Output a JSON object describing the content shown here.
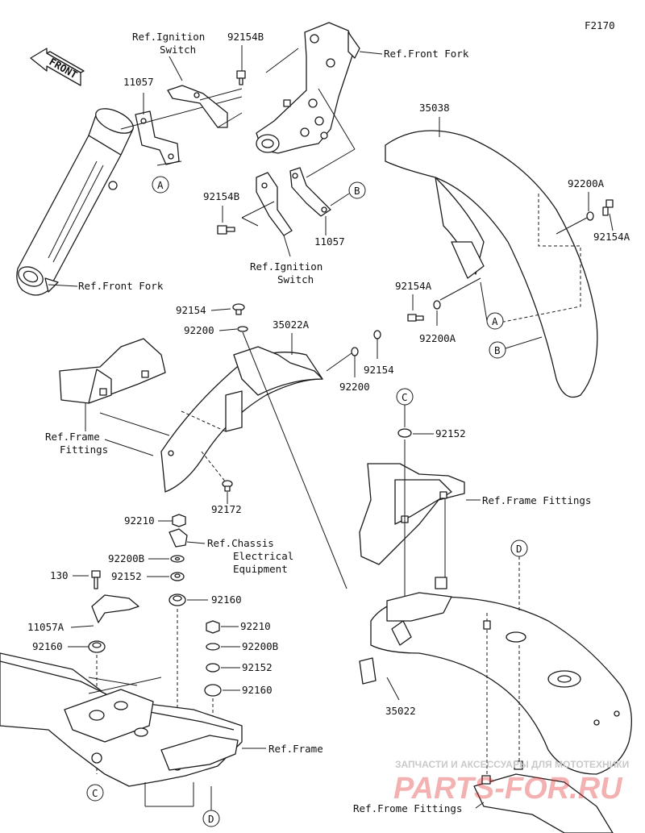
{
  "figure_code": "F2170",
  "front_label": "FRONT",
  "part_numbers": {
    "p11057": "11057",
    "p11057A": "11057A",
    "p92154B": "92154B",
    "p92154A": "92154A",
    "p92154": "92154",
    "p92200": "92200",
    "p92200A": "92200A",
    "p92200B": "92200B",
    "p35022A": "35022A",
    "p35022": "35022",
    "p35038": "35038",
    "p92152": "92152",
    "p92172": "92172",
    "p92210": "92210",
    "p92160": "92160",
    "p130": "130"
  },
  "references": {
    "ignition_switch_1": "Ref.Ignition",
    "ignition_switch_2": "Switch",
    "front_fork": "Ref.Front Fork",
    "frame_fittings": "Ref.Frame Fittings",
    "frame_fittings_1": "Ref.Frame",
    "frame_fittings_2": "Fittings",
    "chassis_1": "Ref.Chassis",
    "chassis_2": "Electrical",
    "chassis_3": "Equipment",
    "frame": "Ref.Frame",
    "frome_fittings": "Ref.Frome Fittings"
  },
  "callouts": {
    "A": "A",
    "B": "B",
    "C": "C",
    "D": "D"
  },
  "watermark": {
    "line1": "ЗАПЧАСТИ И АКСЕССУАРЫ ДЛЯ МОТОТЕХНИКИ",
    "line2": "PARTS-FOR.RU"
  }
}
